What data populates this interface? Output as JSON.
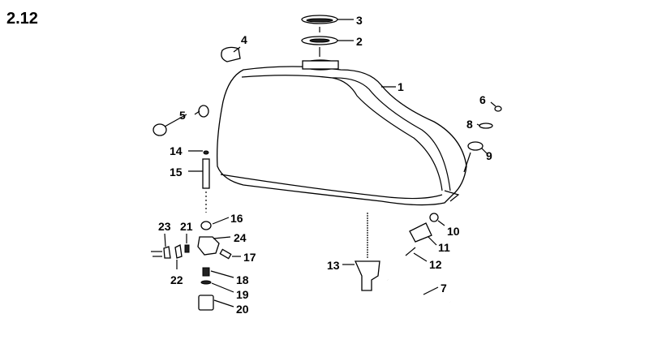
{
  "figure": {
    "title": "2.12",
    "callouts": [
      "1",
      "2",
      "3",
      "4",
      "5",
      "6",
      "7",
      "8",
      "9",
      "10",
      "11",
      "12",
      "13",
      "14",
      "15",
      "16",
      "17",
      "18",
      "19",
      "20",
      "21",
      "22",
      "23",
      "24"
    ]
  }
}
